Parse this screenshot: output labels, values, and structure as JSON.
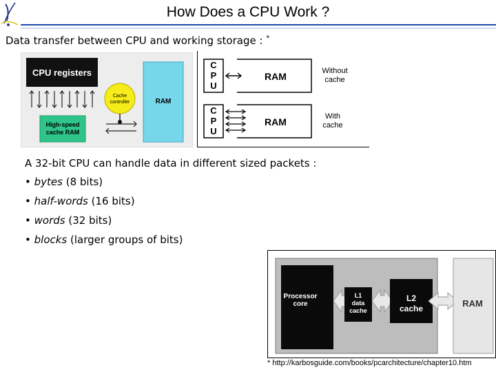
{
  "slide": {
    "title": "How Does a CPU Work ?",
    "subtitle": "Data transfer between CPU and working storage :",
    "subtitle_mark": "*",
    "intro": "A 32-bit CPU can handle data in different sized packets :",
    "bullets": [
      {
        "term": "bytes",
        "rest": "(8 bits)"
      },
      {
        "term": "half-words",
        "rest": "(16 bits)"
      },
      {
        "term": "words",
        "rest": "(32 bits)"
      },
      {
        "term": "blocks",
        "rest": "(larger groups of bits)"
      }
    ],
    "footnote": "* http://karbosguide.com/books/pcarchitecture/chapter10.htm"
  },
  "diagram1": {
    "cpu_registers": "CPU registers",
    "cache_ram_line1": "High-speed",
    "cache_ram_line2": "cache RAM",
    "controller_line1": "Cache",
    "controller_line2": "controller",
    "ram": "RAM"
  },
  "diagram2": {
    "cpu_letters": [
      "C",
      "P",
      "U"
    ],
    "ram": "RAM",
    "without_line1": "Without",
    "without_line2": "cache",
    "with_line1": "With",
    "with_line2": "cache"
  },
  "diagram3": {
    "processor_line1": "Processor",
    "processor_line2": "core",
    "l1_line1": "L1",
    "l1_line2": "data",
    "l1_line3": "cache",
    "l2_line1": "L2",
    "l2_line2": "cache",
    "ram": "RAM"
  },
  "colors": {
    "cache_green": "#2ec48a",
    "ram_cyan": "#76d6ea",
    "controller_yellow": "#f5ec1a",
    "header_blue": "#1f4aa8"
  }
}
